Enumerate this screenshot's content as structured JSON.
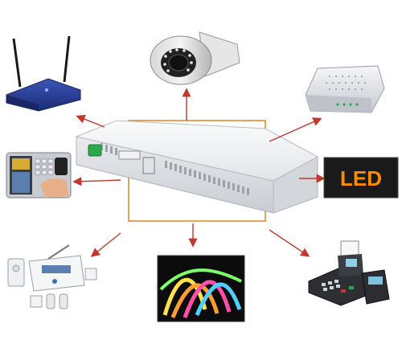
{
  "scene": {
    "center_device": {
      "name": "mini-dc-ups"
    },
    "peripherals": [
      {
        "name": "wifi-router"
      },
      {
        "name": "cctv-camera"
      },
      {
        "name": "modem"
      },
      {
        "name": "fingerprint-attendance-terminal"
      },
      {
        "name": "led-sign"
      },
      {
        "name": "alarm-system"
      },
      {
        "name": "led-strip-lights"
      },
      {
        "name": "pos-terminal"
      }
    ],
    "led_sign_text": "LED",
    "colors": {
      "arrow": "#c0392b",
      "frame": "#e3a35b",
      "device_body": "#eef0f2",
      "power_button": "#2aa84a",
      "led_sign_glow": "#ff8a00"
    }
  }
}
